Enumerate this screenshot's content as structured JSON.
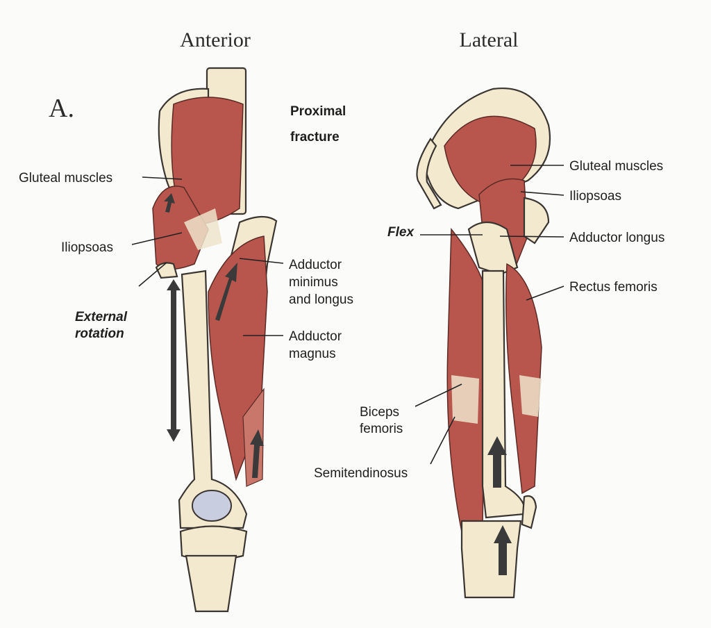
{
  "views": {
    "anterior": "Anterior",
    "lateral": "Lateral"
  },
  "panel_label": "A.",
  "title": {
    "line1": "Proximal",
    "line2": "fracture"
  },
  "anterior_labels": {
    "gluteal": "Gluteal muscles",
    "iliopsoas": "Iliopsoas",
    "external_rotation": [
      "External",
      "rotation"
    ],
    "adductor_min_longus": [
      "Adductor",
      "minimus",
      "and longus"
    ],
    "adductor_magnus": [
      "Adductor",
      "magnus"
    ]
  },
  "lateral_labels": {
    "gluteal": "Gluteal muscles",
    "iliopsoas": "Iliopsoas",
    "flex": "Flex",
    "adductor_longus": "Adductor longus",
    "rectus_femoris": "Rectus femoris",
    "biceps_femoris": [
      "Biceps",
      "femoris"
    ],
    "semitendinosus": "Semitendinosus"
  },
  "colors": {
    "muscle": "#b8554c",
    "bone": "#f2e9cf",
    "arrow": "#3a3a3a"
  }
}
